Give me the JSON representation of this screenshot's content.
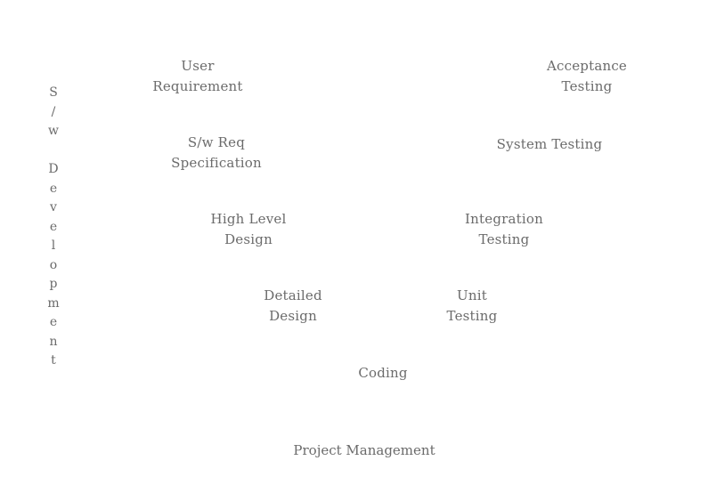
{
  "side_label": "S/w Development",
  "left_branch": [
    {
      "line1": "User",
      "line2": "Requirement"
    },
    {
      "line1": "S/w Req",
      "line2": "Specification"
    },
    {
      "line1": "High Level",
      "line2": "Design"
    },
    {
      "line1": "Detailed",
      "line2": "Design"
    }
  ],
  "right_branch": [
    {
      "line1": "Acceptance",
      "line2": "Testing"
    },
    {
      "line1": "System Testing",
      "line2": ""
    },
    {
      "line1": "Integration",
      "line2": "Testing"
    },
    {
      "line1": "Unit",
      "line2": "Testing"
    }
  ],
  "bottom": {
    "label": "Coding"
  },
  "footer": {
    "label": "Project Management"
  }
}
